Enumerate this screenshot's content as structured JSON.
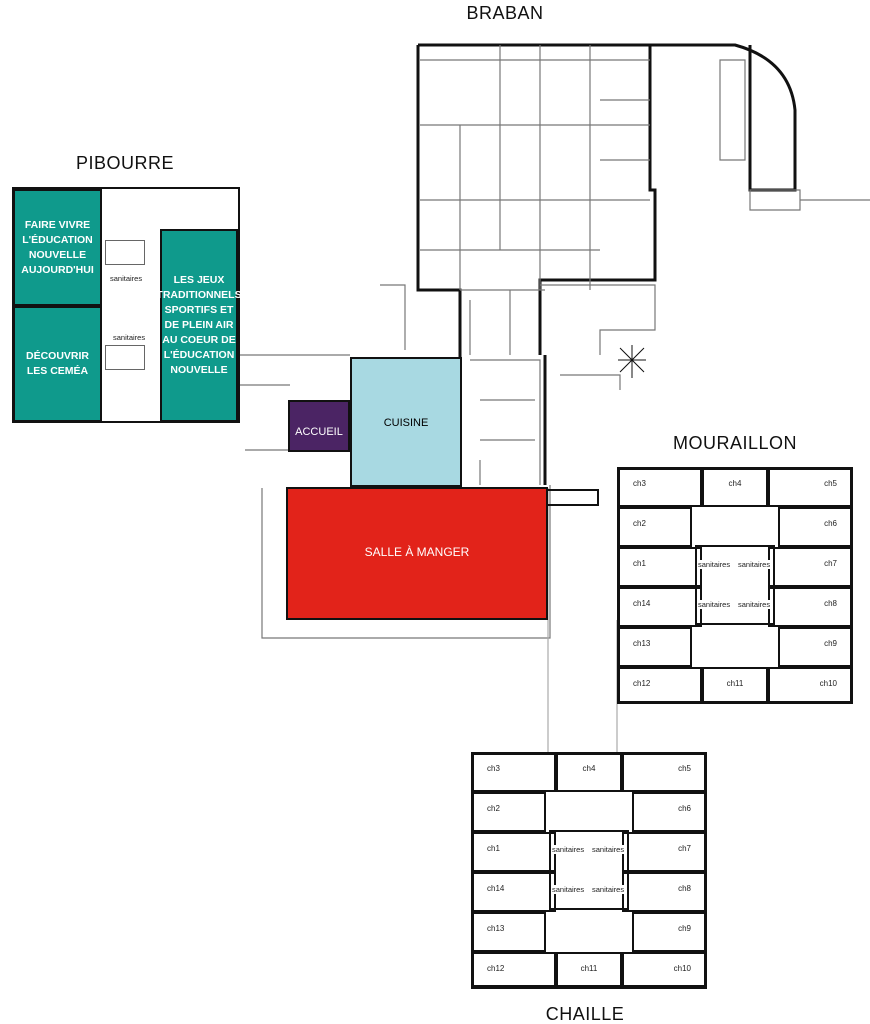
{
  "buildings": {
    "braban": "BRABAN",
    "pibourre": "PIBOURRE",
    "mouraillon": "MOURAILLON",
    "chaille": "CHAILLE"
  },
  "pibourre_rooms": {
    "room1": "FAIRE VIVRE L'ÉDUCATION NOUVELLE AUJOURD'HUI",
    "room2": "DÉCOUVRIR LES CEMÉA",
    "room3": "LES JEUX TRADITIONNELS SPORTIFS ET DE PLEIN AIR AU COEUR DE L'ÉDUCATION NOUVELLE",
    "sanitaires1": "sanitaires",
    "sanitaires2": "sanitaires"
  },
  "main_rooms": {
    "accueil": "ACCUEIL",
    "cuisine": "CUISINE",
    "salle": "SALLE À MANGER"
  },
  "dorm_rooms": [
    "ch3",
    "ch4",
    "ch5",
    "ch2",
    "ch6",
    "ch1",
    "ch7",
    "ch14",
    "ch8",
    "ch13",
    "ch9",
    "ch12",
    "ch11",
    "ch10"
  ],
  "sanitaires_label": "sanitaires",
  "colors": {
    "teal": "#0f9a8c",
    "cuisine": "#a8d9e2",
    "accueil": "#4b2464",
    "salle": "#e2231a"
  }
}
